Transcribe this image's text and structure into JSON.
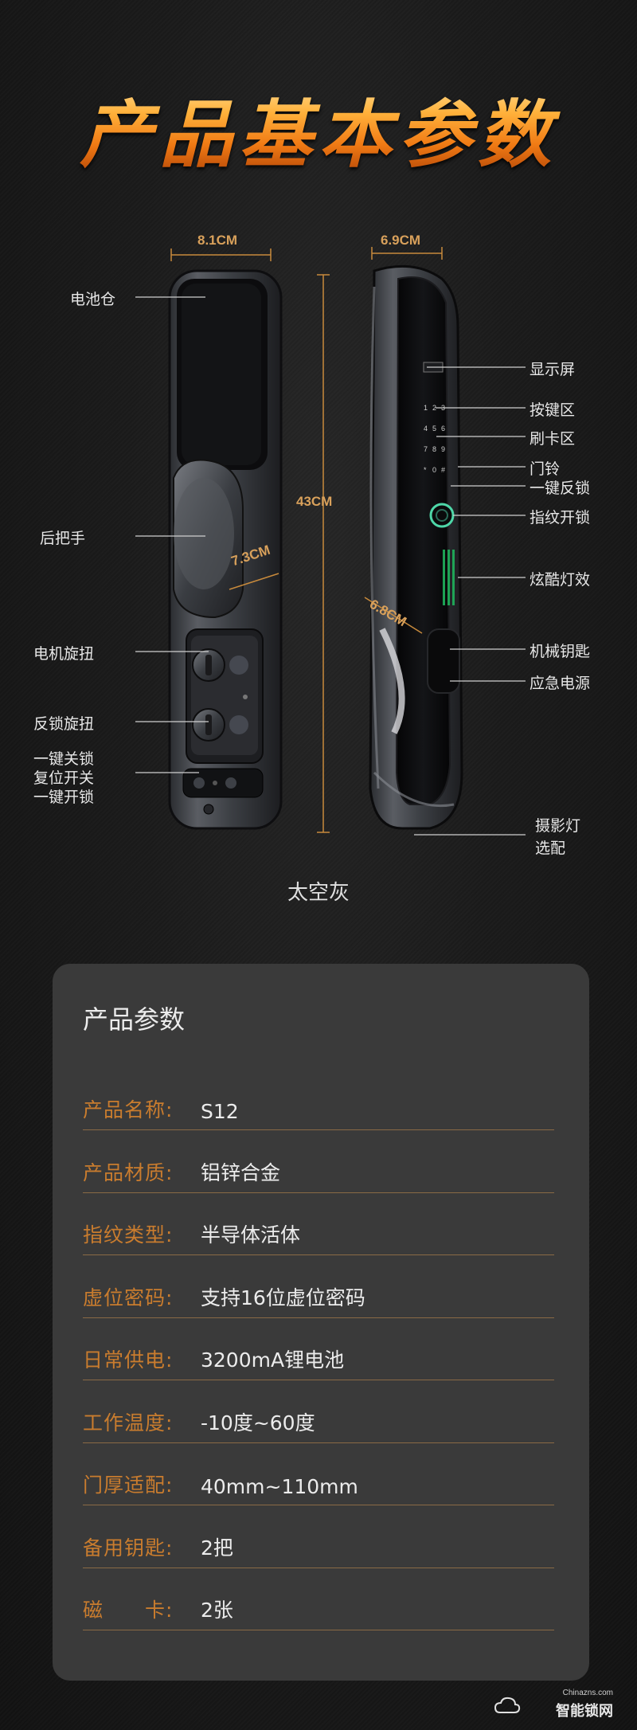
{
  "hero": {
    "title": "产品基本参数"
  },
  "diagram": {
    "dims": {
      "width_back": "8.1CM",
      "width_front": "6.9CM",
      "height": "43CM",
      "handle_back": "7.3CM",
      "handle_front": "6.8CM"
    },
    "left_labels": {
      "battery": "电池仓",
      "rear_handle": "后把手",
      "motor_knob": "电机旋扭",
      "deadlock_knob": "反锁旋扭",
      "one_key_lock": "一键关锁",
      "reset_switch": "复位开关",
      "one_key_unlock": "一键开锁"
    },
    "right_labels": {
      "display": "显示屏",
      "keypad": "按键区",
      "card_area": "刷卡区",
      "doorbell": "门铃",
      "one_key_deadlock": "一键反锁",
      "fingerprint": "指纹开锁",
      "cool_light": "炫酷灯效",
      "mech_key": "机械钥匙",
      "emergency_power": "应急电源",
      "camera_line1": "摄影灯",
      "camera_line2": "选配"
    },
    "keypad_digits": [
      "1",
      "2",
      "3",
      "4",
      "5",
      "6",
      "7",
      "8",
      "9",
      "*",
      "0",
      "#"
    ],
    "color_name": "太空灰"
  },
  "params": {
    "title": "产品参数",
    "rows": [
      {
        "key": "产品名称:",
        "value": "S12"
      },
      {
        "key": "产品材质:",
        "value": "铝锌合金"
      },
      {
        "key": "指纹类型:",
        "value": "半导体活体"
      },
      {
        "key": "虚位密码:",
        "value": "支持16位虚位密码"
      },
      {
        "key": "日常供电:",
        "value": "3200mA锂电池"
      },
      {
        "key": "工作温度:",
        "value": "-10度~60度"
      },
      {
        "key": "门厚适配:",
        "value": "40mm~110mm"
      },
      {
        "key": "备用钥匙:",
        "value": "2把"
      },
      {
        "key": "磁　　卡:",
        "value": "2张"
      }
    ]
  },
  "watermark": {
    "small": "Chinazns.com",
    "big": "智能锁网"
  },
  "colors": {
    "accent": "#c97c2e",
    "panel": "#3a3a3a",
    "background": "#171717"
  }
}
